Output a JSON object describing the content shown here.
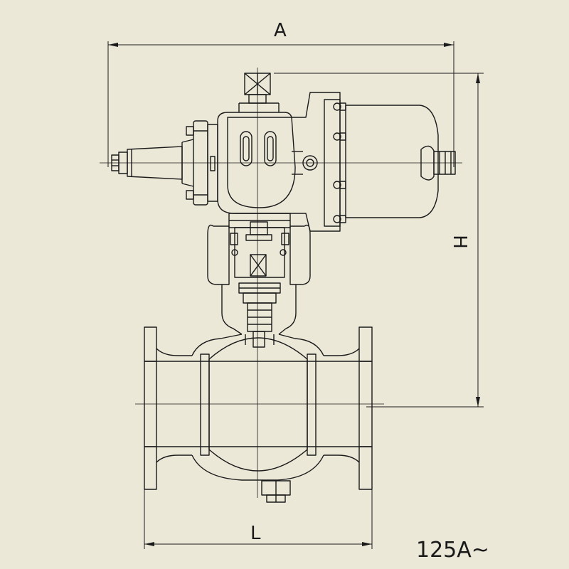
{
  "dimensions": {
    "width_label": "A",
    "height_label": "H",
    "length_label": "L"
  },
  "size_range": "125A~",
  "colors": {
    "background": "#ECE8D8",
    "line": "#1A1A1A"
  }
}
